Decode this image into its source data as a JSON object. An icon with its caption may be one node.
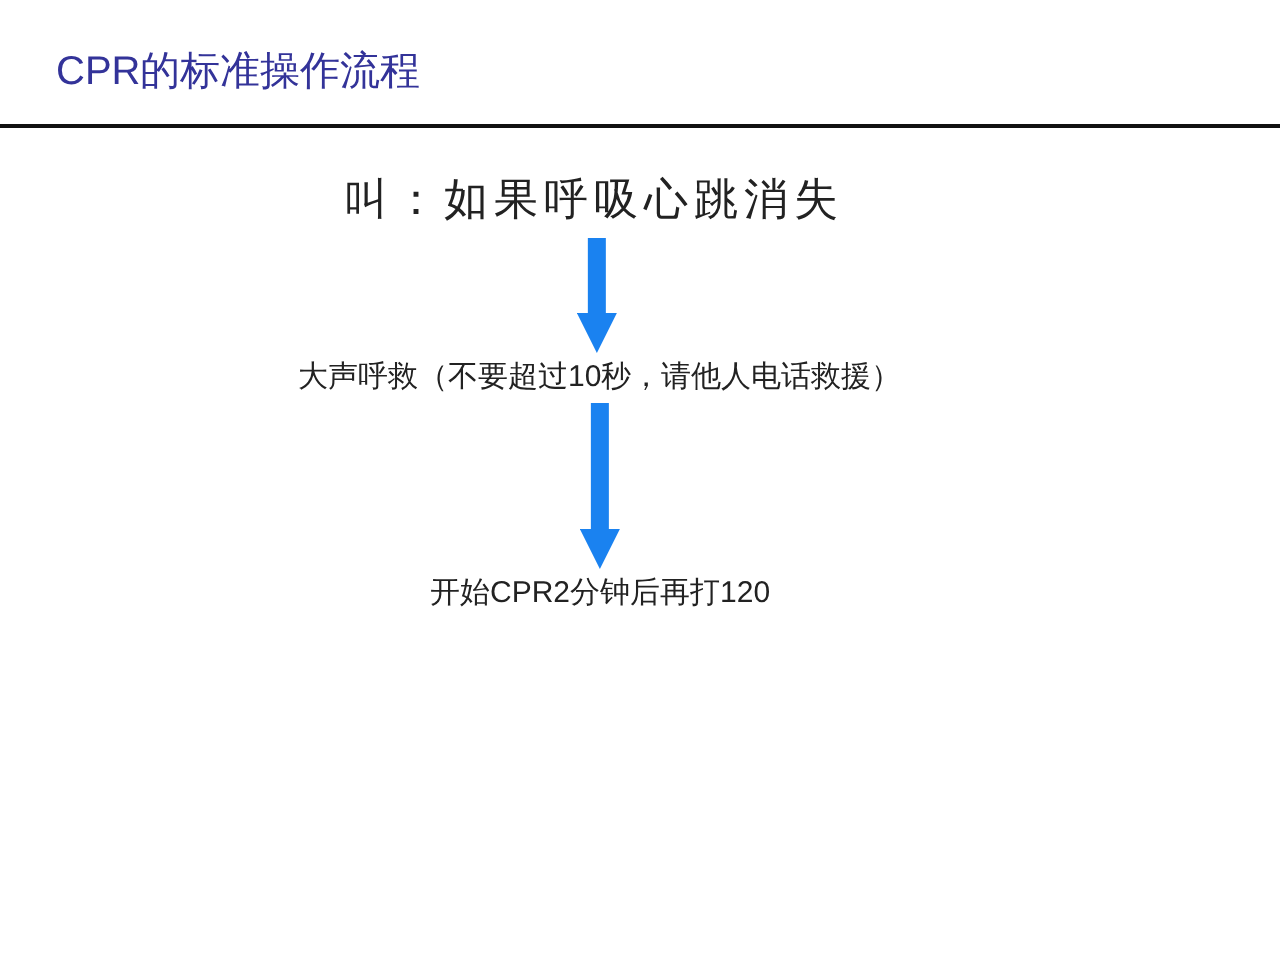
{
  "diagram": {
    "title": "CPR的标准操作流程",
    "nodes": [
      {
        "text": [
          "叫：如果呼吸心跳消失"
        ]
      },
      {
        "text": [
          "大声呼救（不要超过10秒，请他人电话救援）"
        ]
      },
      {
        "text": [
          "开始CPR2分钟后再打120"
        ]
      }
    ],
    "edges": [
      {
        "from": 0,
        "to": 1,
        "arrow": "to"
      },
      {
        "from": 1,
        "to": 2,
        "arrow": "to"
      }
    ]
  }
}
